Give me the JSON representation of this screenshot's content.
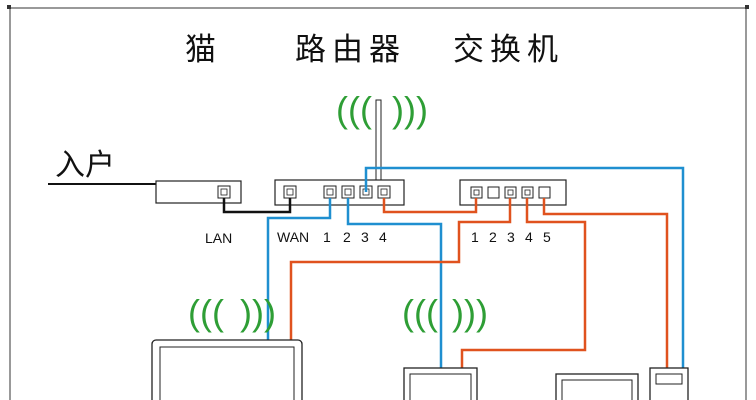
{
  "title": {
    "modem": "猫",
    "router": "路由器",
    "switch": "交换机"
  },
  "entry_label": "入户",
  "modem_port_label": "LAN",
  "router_port_labels": [
    "WAN",
    "1",
    "2",
    "3",
    "4"
  ],
  "switch_port_labels": [
    "1",
    "2",
    "3",
    "4",
    "5"
  ],
  "wifi_symbols": {
    "router_left": "(((",
    "router_right": ")))",
    "laptop_left": "(((",
    "laptop_right": ")))",
    "phone_left": "(((",
    "phone_right": ")))"
  },
  "colors": {
    "blue_cable": "#1f8fd0",
    "orange_cable": "#e0521e",
    "black_cable": "#111111",
    "wifi_green": "#2e9e35"
  }
}
